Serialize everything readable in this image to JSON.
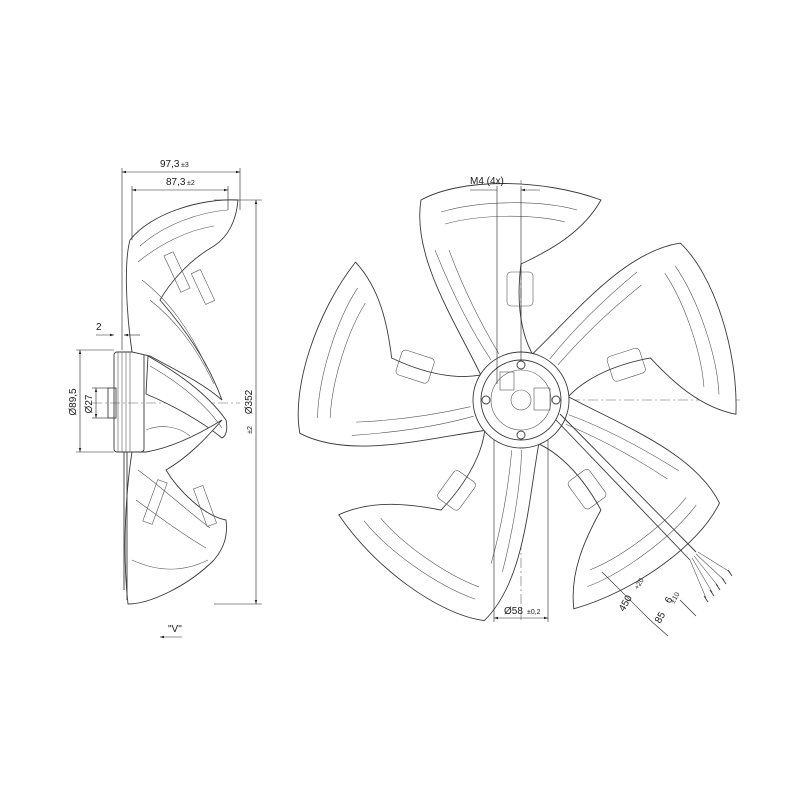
{
  "side_view": {
    "dim_overall_depth": "97,3",
    "dim_overall_depth_tol": "±3",
    "dim_hub_depth": "87,3",
    "dim_hub_depth_tol": "±2",
    "dim_offset": "2",
    "dim_hub_diameter": "Ø89,5",
    "dim_shaft_diameter": "Ø27",
    "dim_fan_diameter": "Ø352",
    "dim_fan_diameter_tol": "±2",
    "view_label": "\"V\""
  },
  "front_view": {
    "dim_mount_thread": "M4 (4x)",
    "dim_center_diameter": "Ø58",
    "dim_center_diameter_tol": "±0,2",
    "dim_cable_length": "450",
    "dim_cable_length_tol": "+20",
    "dim_strip_length": "85",
    "dim_strip_length_tol": "±10",
    "dim_wire_strip": "6"
  },
  "colors": {
    "line": "#3a3a3a",
    "text": "#1a1a1a",
    "background": "#ffffff"
  }
}
